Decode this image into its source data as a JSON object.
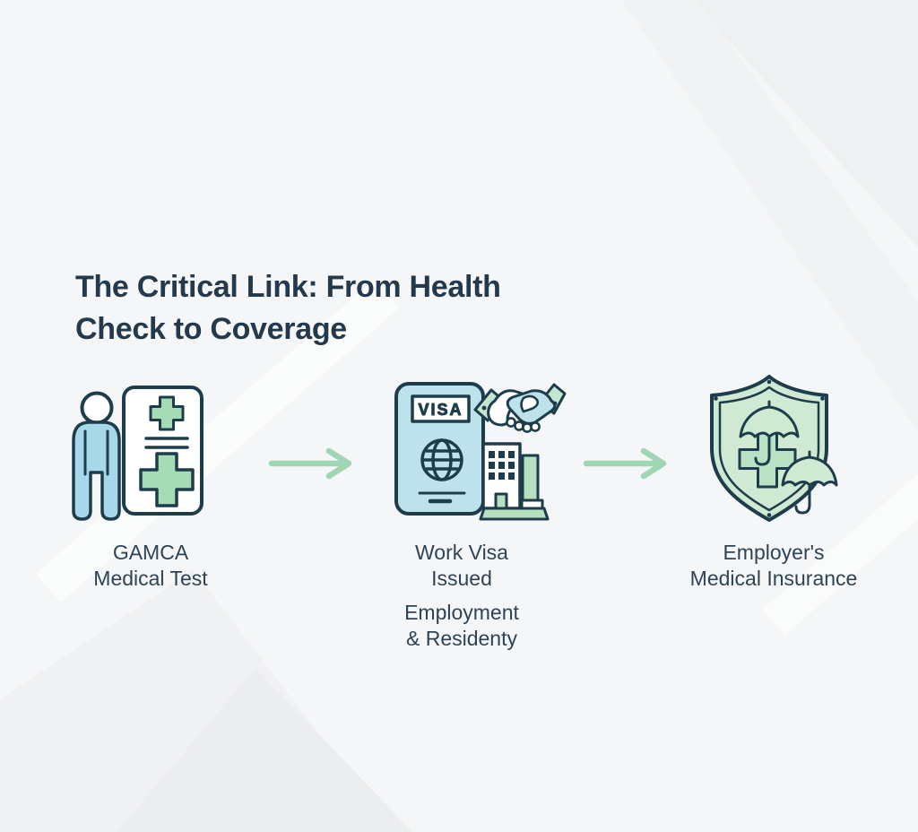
{
  "title": {
    "line1": "The Critical Link: From Health",
    "line2": "Check to Coverage"
  },
  "colors": {
    "background": "#f5f6f7",
    "title_text": "#243a4c",
    "label_text": "#2e4456",
    "outline": "#1e3d4c",
    "arrow_green": "#9fd6b4",
    "person_blue": "#a7d8e9",
    "passport_blue": "#bee2ec",
    "hand_teal": "#bfe2ea",
    "icon_green": "#a5dbb5",
    "cuff_green": "#c4e6d1",
    "building_green": "#b7e0c1",
    "shield_green": "#cfe9d3"
  },
  "steps": [
    {
      "icon": "medical-test-icon",
      "label_lines": [
        "GAMCA",
        "Medical Test"
      ]
    },
    {
      "icon": "work-visa-icon",
      "visa_text": "VISA",
      "label_lines": [
        "Work Visa",
        "Issued"
      ],
      "sublabel_lines": [
        "Employment",
        "& Residenty"
      ]
    },
    {
      "icon": "insurance-shield-icon",
      "label_lines": [
        "Employer's",
        "Medical Insurance"
      ]
    }
  ],
  "arrows": [
    {
      "icon": "arrow-right-icon"
    },
    {
      "icon": "arrow-right-icon"
    }
  ]
}
